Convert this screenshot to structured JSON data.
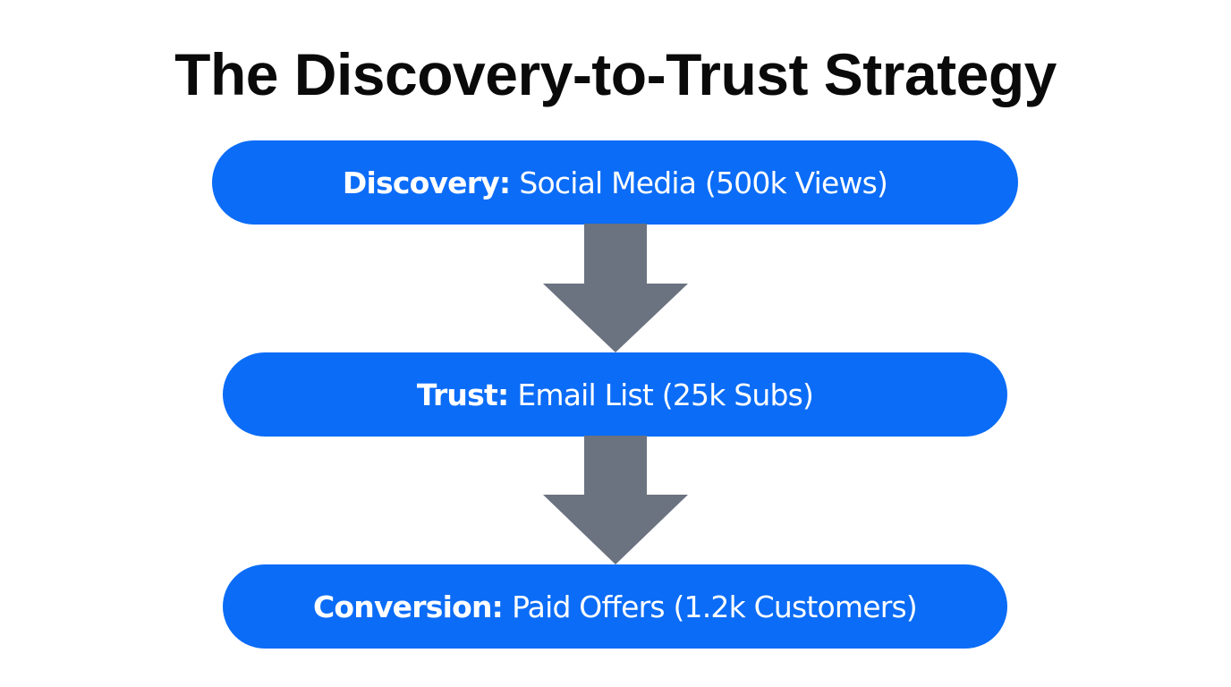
{
  "title": "The Discovery-to-Trust Strategy",
  "colors": {
    "stage_fill": "#0b6cf7",
    "arrow_fill": "#6b7280",
    "text_on_stage": "#ffffff",
    "title": "#0a0a0a"
  },
  "stages": [
    {
      "label": "Discovery:",
      "description": "Social Media (500k Views)"
    },
    {
      "label": "Trust:",
      "description": "Email List (25k Subs)"
    },
    {
      "label": "Conversion:",
      "description": "Paid Offers (1.2k Customers)"
    }
  ],
  "connectors": [
    {
      "from": "Discovery",
      "to": "Trust",
      "icon": "arrow-down-icon"
    },
    {
      "from": "Trust",
      "to": "Conversion",
      "icon": "arrow-down-icon"
    }
  ]
}
